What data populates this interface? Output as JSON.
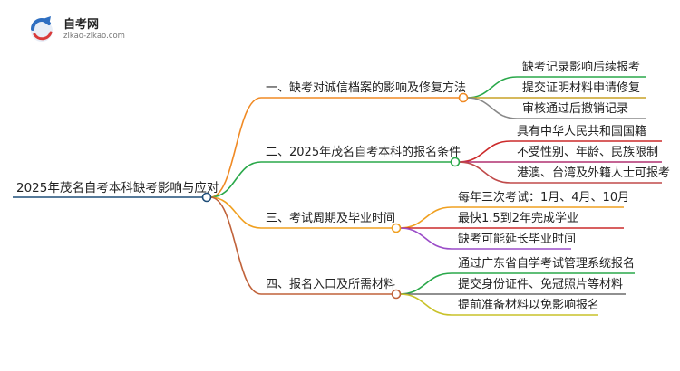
{
  "logo": {
    "name": "自考网",
    "url": "zikao-zikao.com"
  },
  "mindmap": {
    "root": "2025年茂名自考本科缺考影响与应对",
    "branches": [
      {
        "label": "一、缺考对诚信档案的影响及修复方法",
        "children": [
          "缺考记录影响后续报考",
          "提交证明材料申请修复",
          "审核通过后撤销记录"
        ]
      },
      {
        "label": "二、2025年茂名自考本科的报名条件",
        "children": [
          "具有中华人民共和国国籍",
          "不受性别、年龄、民族限制",
          "港澳、台湾及外籍人士可报考"
        ]
      },
      {
        "label": "三、考试周期及毕业时间",
        "children": [
          "每年三次考试：1月、4月、10月",
          "最快1.5到2年完成学业",
          "缺考可能延长毕业时间"
        ]
      },
      {
        "label": "四、报名入口及所需材料",
        "children": [
          "通过广东省自学考试管理系统报名",
          "提交身份证件、免冠照片等材料",
          "提前准备材料以免影响报名"
        ]
      }
    ]
  },
  "colors": {
    "root_line": "#1f4e79",
    "branch_1": "#f08a24",
    "branch_2": "#2aa84a",
    "branch_3": "#f0a020",
    "branch_4": "#c0623a",
    "leaf_1": "#2aa84a",
    "leaf_2": "#c9a227",
    "leaf_3": "#888888",
    "leaf_4": "#cc2b2b",
    "leaf_5": "#b03070",
    "leaf_6": "#c04a4a",
    "leaf_7": "#f0a020",
    "leaf_8": "#cc2b2b",
    "leaf_9": "#9b4dc8",
    "leaf_10": "#2aa84a",
    "leaf_11": "#6b6b6b",
    "leaf_12": "#c9c22a"
  }
}
